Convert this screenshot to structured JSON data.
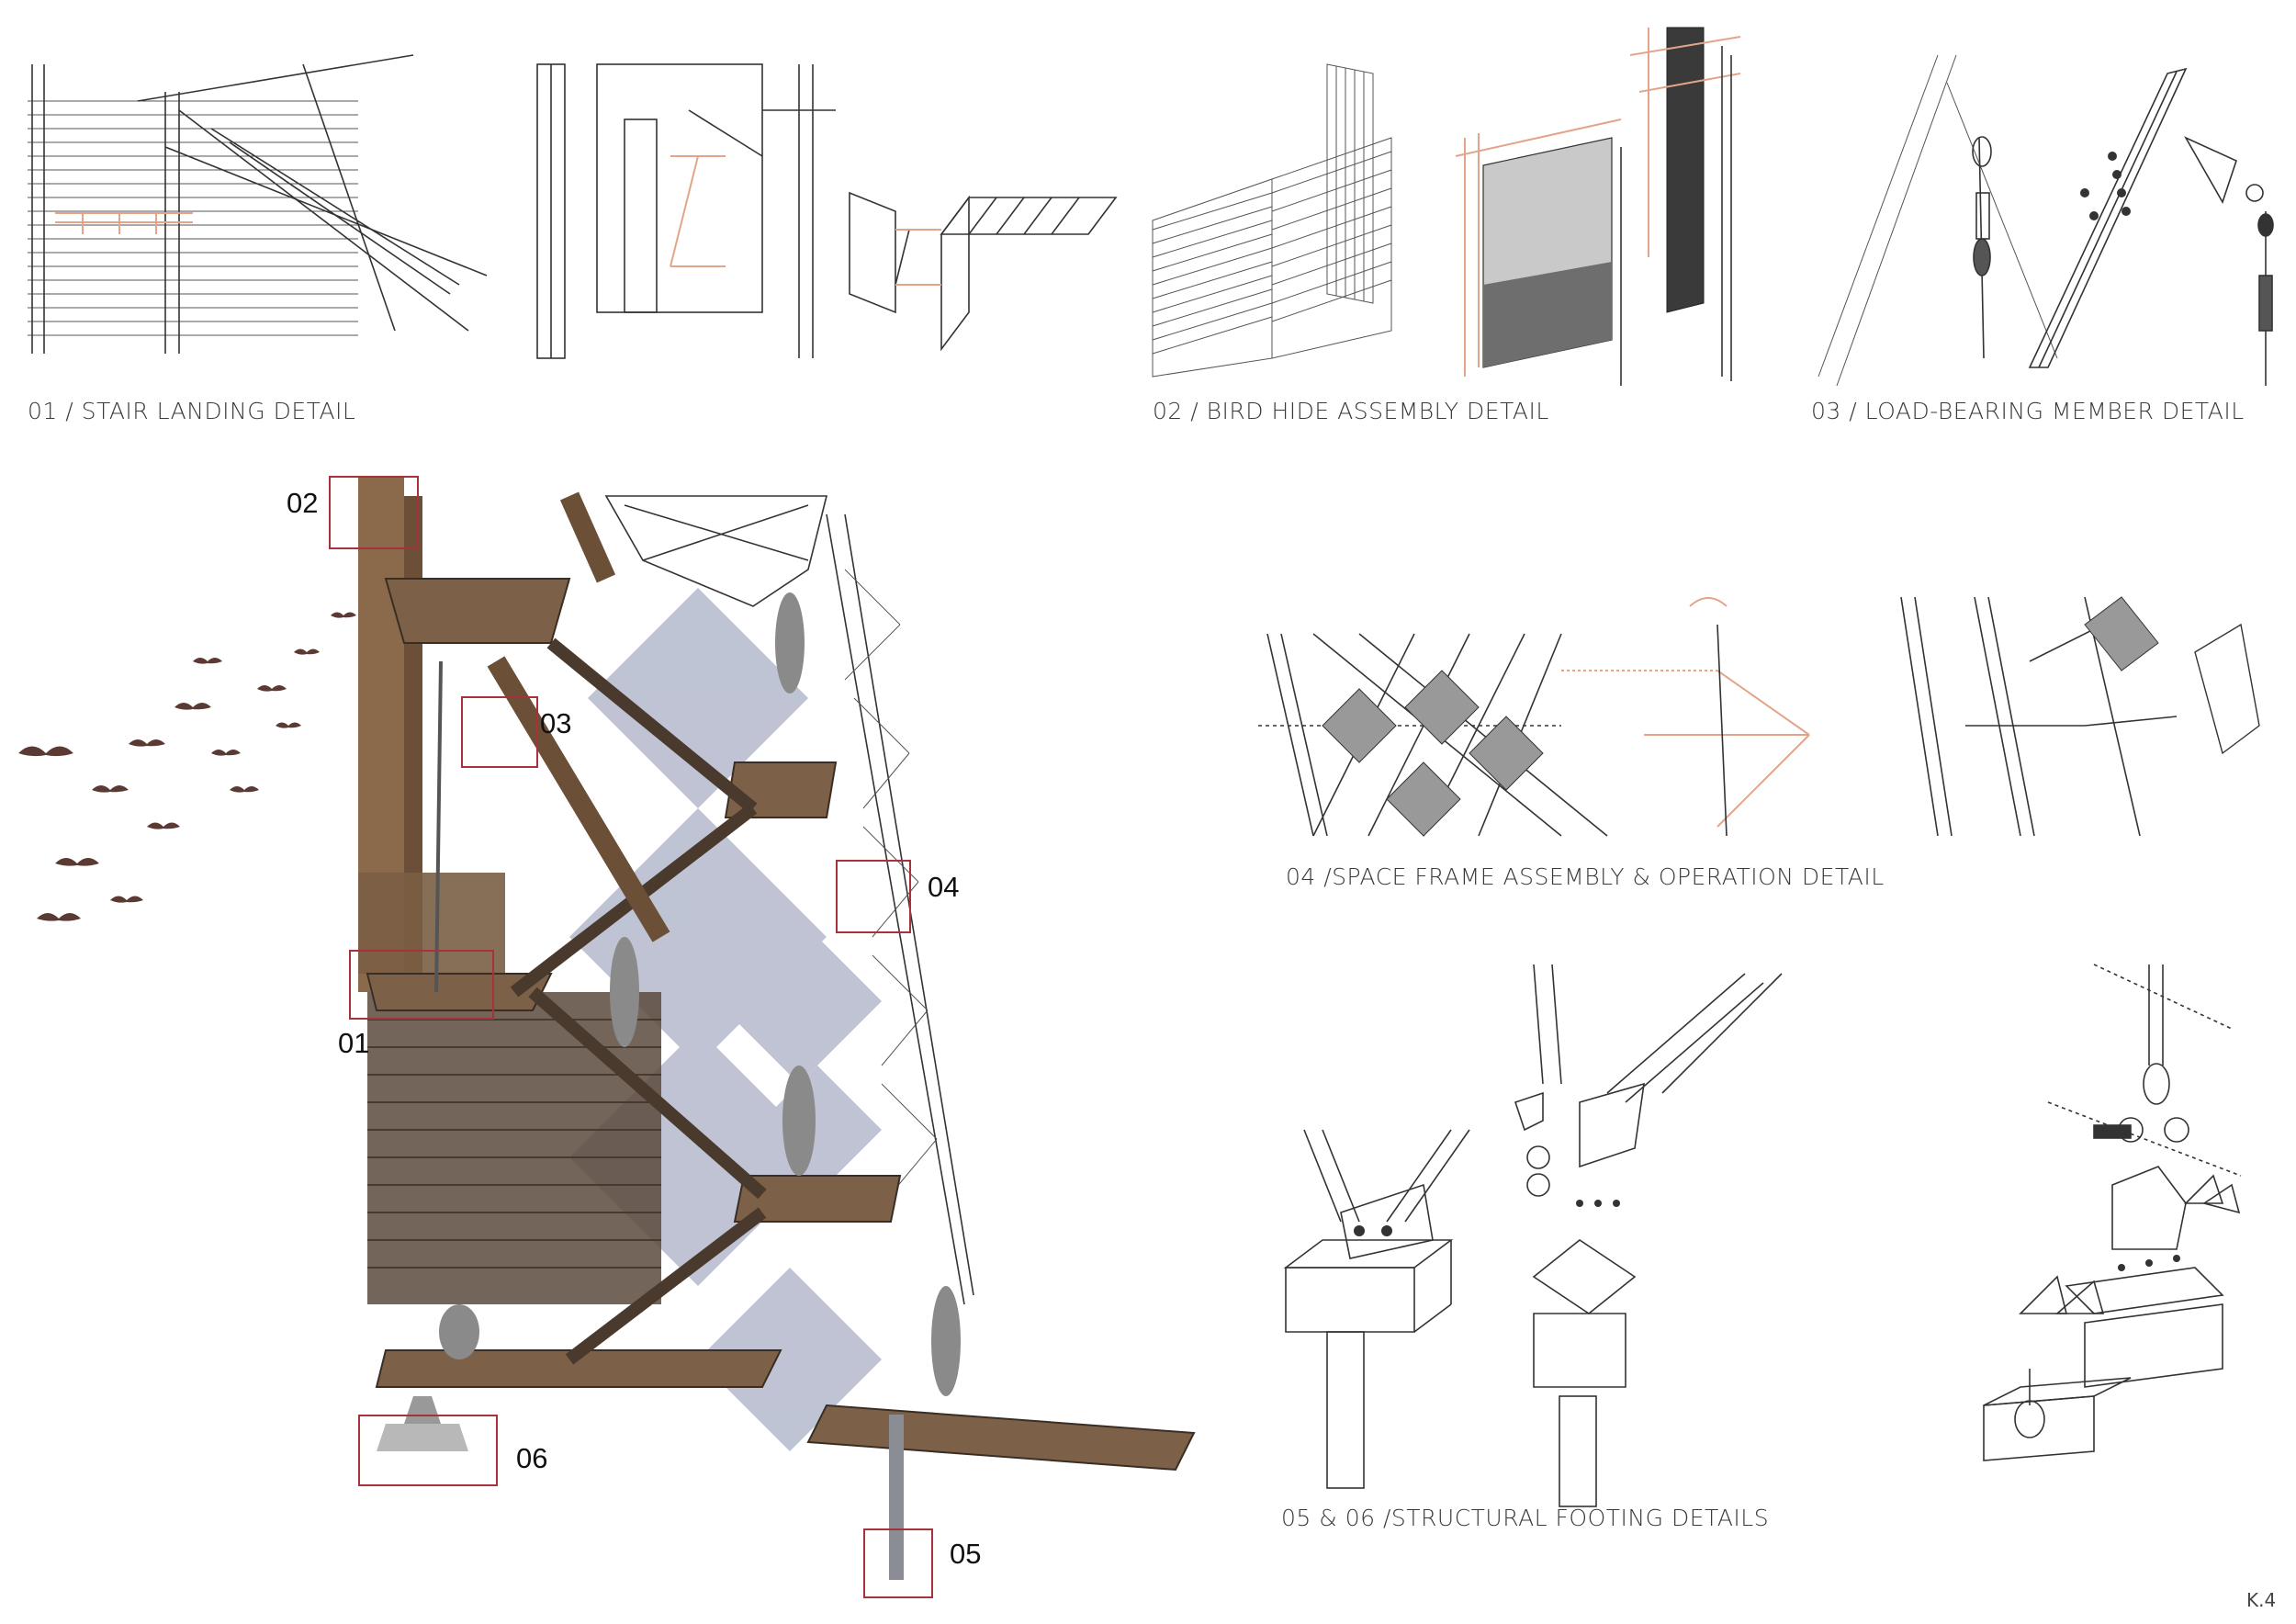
{
  "captions": {
    "detail_01": "01 / STAIR LANDING DETAIL",
    "detail_02": "02 / BIRD HIDE ASSEMBLY DETAIL",
    "detail_03": "03 / LOAD-BEARING MEMBER DETAIL",
    "detail_04": "04 /SPACE FRAME ASSEMBLY & OPERATION DETAIL",
    "detail_0506": "05 & 06 /STRUCTURAL FOOTING DETAILS"
  },
  "callouts": {
    "c01": "01",
    "c02": "02",
    "c03": "03",
    "c04": "04",
    "c05": "05",
    "c06": "06"
  },
  "page_number": "K.4",
  "colors": {
    "callout_box": "#a8323c",
    "timber": "#8a6a4a",
    "panel": "#aab0c6",
    "linework": "#333333",
    "highlight": "#e2a58a"
  }
}
